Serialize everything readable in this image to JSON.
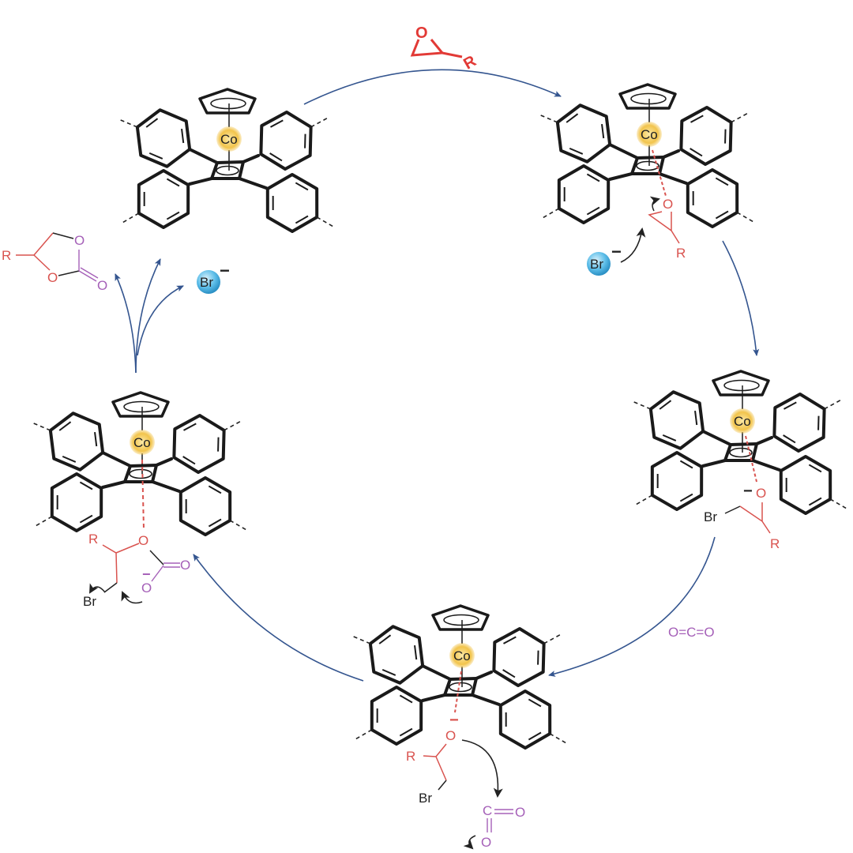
{
  "complexes": [
    {
      "metal": "Co"
    },
    {
      "metal": "Co"
    },
    {
      "metal": "Co"
    },
    {
      "metal": "Co"
    },
    {
      "metal": "Co"
    }
  ],
  "epoxide_reagent": {
    "o": "O",
    "r": "R"
  },
  "step2": {
    "o": "O",
    "r": "R",
    "bromide": "Br",
    "charge": "−"
  },
  "step3": {
    "o": "O",
    "charge": "−",
    "br": "Br",
    "r": "R"
  },
  "co2_reagent": {
    "formula": "O=C=O"
  },
  "step4": {
    "o": "O",
    "charge": "−",
    "r": "R",
    "br": "Br",
    "co2_c": "C",
    "co2_o1": "O",
    "co2_o2": "O"
  },
  "step5": {
    "o": "O",
    "r": "R",
    "br": "Br",
    "c": "C",
    "o_double": "O",
    "o_minus": "O",
    "charge": "−"
  },
  "product": {
    "r": "R",
    "o_ring1": "O",
    "o_ring2": "O",
    "o_carbonyl": "O"
  },
  "released": {
    "bromide": "Br",
    "charge": "−"
  },
  "colors": {
    "cycle_arrow": "#34558f",
    "epoxide": "#e23a36",
    "fragment_red": "#d9534f",
    "co2_purple": "#a560b8",
    "cobalt": "#f2c44c",
    "bromide": "#4fb3e3"
  }
}
